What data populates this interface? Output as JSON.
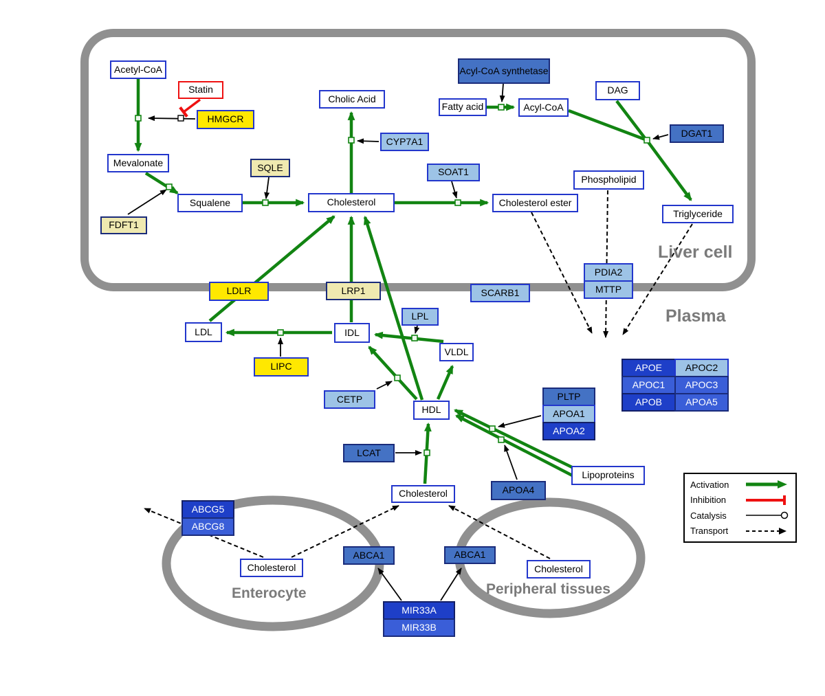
{
  "regions": {
    "liver": "Liver cell",
    "plasma": "Plasma",
    "enterocyte": "Enterocyte",
    "peripheral": "Peripheral tissues"
  },
  "nodes": {
    "acetyl_coa": "Acetyl-CoA",
    "statin": "Statin",
    "hmgcr": "HMGCR",
    "mevalonate": "Mevalonate",
    "fdft1": "FDFT1",
    "sqle": "SQLE",
    "squalene": "Squalene",
    "cholic_acid": "Cholic Acid",
    "cyp7a1": "CYP7A1",
    "cholesterol_liver": "Cholesterol",
    "soat1": "SOAT1",
    "cholesterol_ester": "Cholesterol ester",
    "acyl_coa_synthetase": "Acyl-CoA synthetase",
    "fatty_acid": "Fatty acid",
    "acyl_coa2": "Acyl-CoA",
    "dag": "DAG",
    "dgat1": "DGAT1",
    "phospholipid": "Phospholipid",
    "triglyceride": "Triglyceride",
    "pdia2": "PDIA2",
    "mttp": "MTTP",
    "ldlr": "LDLR",
    "lrp1": "LRP1",
    "scarb1": "SCARB1",
    "ldl": "LDL",
    "idl": "IDL",
    "lpl": "LPL",
    "vldl": "VLDL",
    "lipc": "LIPC",
    "cetp": "CETP",
    "hdl": "HDL",
    "pltp": "PLTP",
    "apoa1": "APOA1",
    "apoa2": "APOA2",
    "apoe": "APOE",
    "apoc2": "APOC2",
    "apoc1": "APOC1",
    "apoc3": "APOC3",
    "apob": "APOB",
    "apoa5": "APOA5",
    "lcat": "LCAT",
    "apoa4": "APOA4",
    "lipoproteins": "Lipoproteins",
    "cholesterol_plasma": "Cholesterol",
    "abcg5": "ABCG5",
    "abcg8": "ABCG8",
    "cholesterol_enterocyte": "Cholesterol",
    "abca1_left": "ABCA1",
    "abca1_right": "ABCA1",
    "cholesterol_peripheral": "Cholesterol",
    "mir33a": "MIR33A",
    "mir33b": "MIR33B"
  },
  "legend": {
    "activation": "Activation",
    "inhibition": "Inhibition",
    "catalysis": "Catalysis",
    "transport": "Transport"
  },
  "colors": {
    "activation": "#128412",
    "inhibition": "#ee1111",
    "membrane": "#909090",
    "node_border": "#2236cc",
    "yellow": "#ffe800",
    "pale_yellow": "#efe9b0",
    "light_blue": "#9dc3e6",
    "medium_blue": "#4472c4",
    "royal_blue": "#3a5ed8",
    "dark_blue": "#1e3fc8"
  }
}
